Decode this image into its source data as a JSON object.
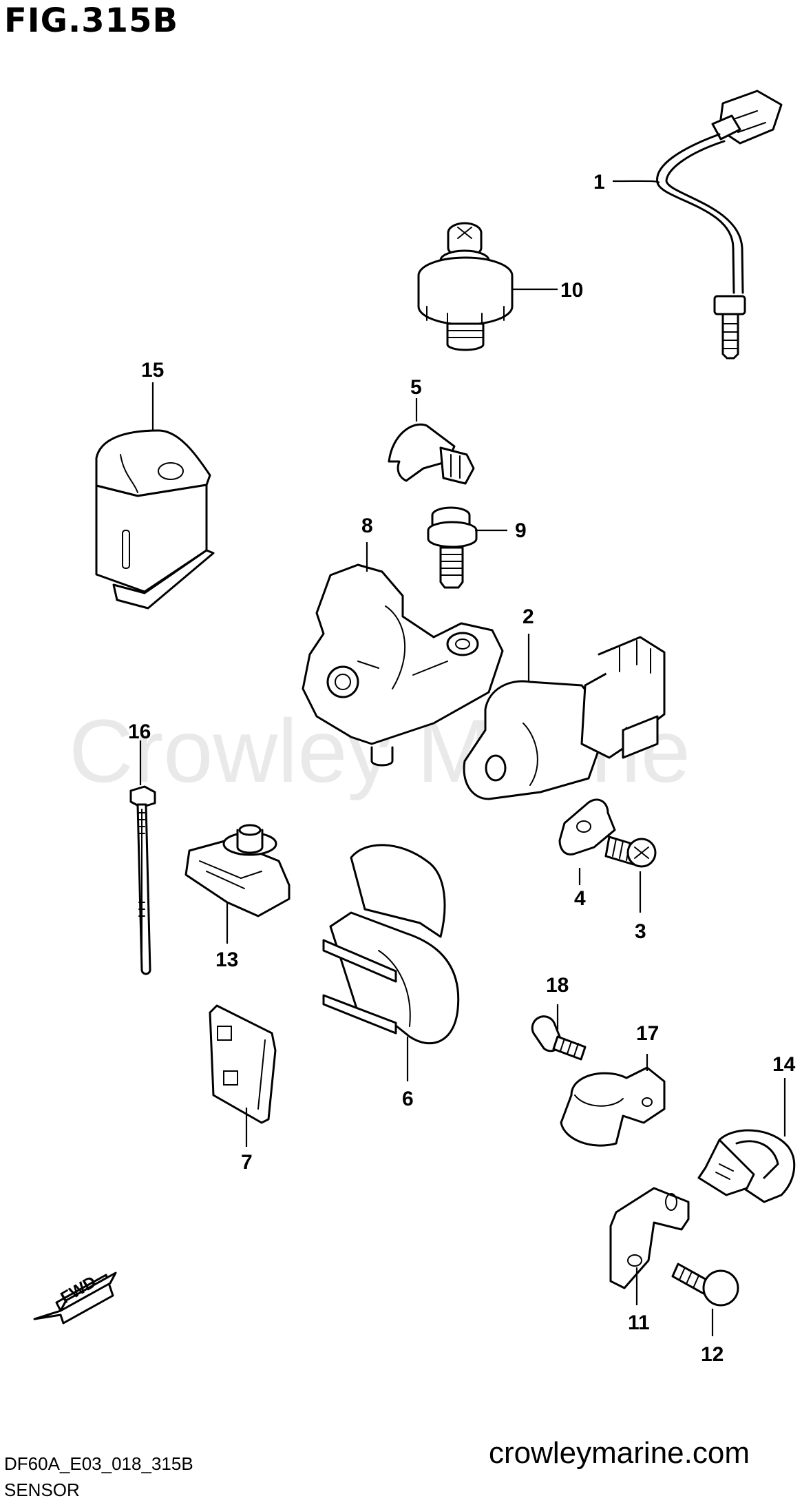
{
  "figure": {
    "title": "FIG.315B"
  },
  "watermark": "Crowley Marine",
  "callouts": [
    "1",
    "2",
    "3",
    "4",
    "5",
    "6",
    "7",
    "8",
    "9",
    "10",
    "11",
    "12",
    "13",
    "14",
    "15",
    "16",
    "17",
    "18"
  ],
  "direction_label": "FWD",
  "footer": {
    "code": "DF60A_E03_018_315B",
    "section": "SENSOR",
    "website": "crowleymarine.com"
  }
}
